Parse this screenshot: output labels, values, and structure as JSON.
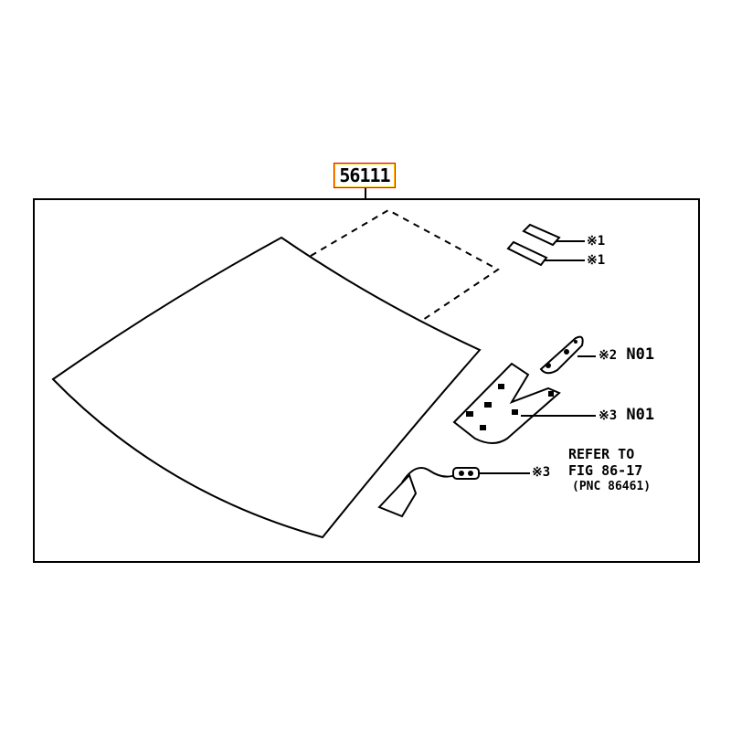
{
  "part_number": "56111",
  "callouts": [
    {
      "mark": "※1",
      "code": ""
    },
    {
      "mark": "※1",
      "code": ""
    },
    {
      "mark": "※2",
      "code": "N01"
    },
    {
      "mark": "※3",
      "code": "N01"
    },
    {
      "mark": "※3",
      "code": ""
    }
  ],
  "reference": {
    "line1": "REFER TO",
    "line2": "FIG 86-17",
    "line3": "(PNC 86461)"
  }
}
